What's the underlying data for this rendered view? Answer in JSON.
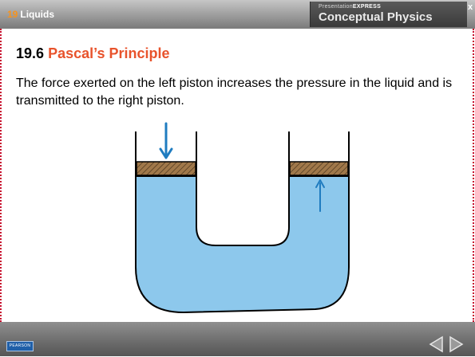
{
  "header": {
    "chapter_number": "19",
    "chapter_title": "Liquids",
    "brand_small_prefix": "Presentation",
    "brand_small_bold": "EXPRESS",
    "brand_title": "Conceptual Physics",
    "close_icon": "close-icon"
  },
  "slide": {
    "section_number": "19.6",
    "section_title": "Pascal’s Principle",
    "body": "The force exerted on the left piston increases the pressure in the liquid and is transmitted to the right piston."
  },
  "diagram": {
    "liquid_color": "#8dc8ec",
    "piston_color": "#a0784a",
    "arrow_color": "#1f7cc0",
    "outline_color": "#000000"
  },
  "footer": {
    "logo_text": "PEARSON",
    "prev_icon": "arrow-left-icon",
    "next_icon": "arrow-right-icon"
  }
}
